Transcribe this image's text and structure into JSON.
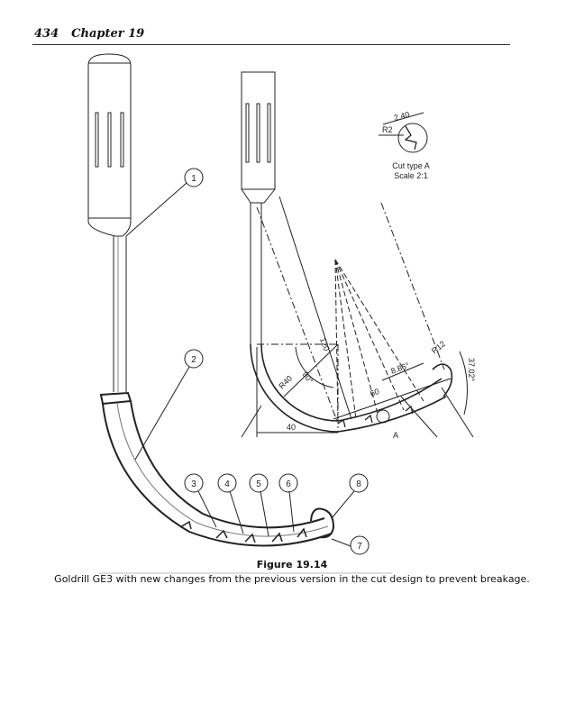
{
  "header": {
    "page_number": "434",
    "chapter": "Chapter 19"
  },
  "figure": {
    "callouts": [
      "1",
      "2",
      "3",
      "4",
      "5",
      "6",
      "7",
      "8"
    ],
    "detail_title": "Cut type A",
    "detail_scale": "Scale 2:1",
    "dimensions": {
      "d240": "2.40",
      "r2": "R2",
      "d120": "120",
      "a90": "90°",
      "r40": "R40",
      "d40": "40",
      "d60": "60",
      "a886": "8.86°",
      "r12": "R12",
      "a3702": "37.02°",
      "section": "A"
    }
  },
  "caption": {
    "title": "Figure 19.14",
    "text": "Goldrill GE3 with new changes from the previous version in the cut design to prevent breakage."
  }
}
